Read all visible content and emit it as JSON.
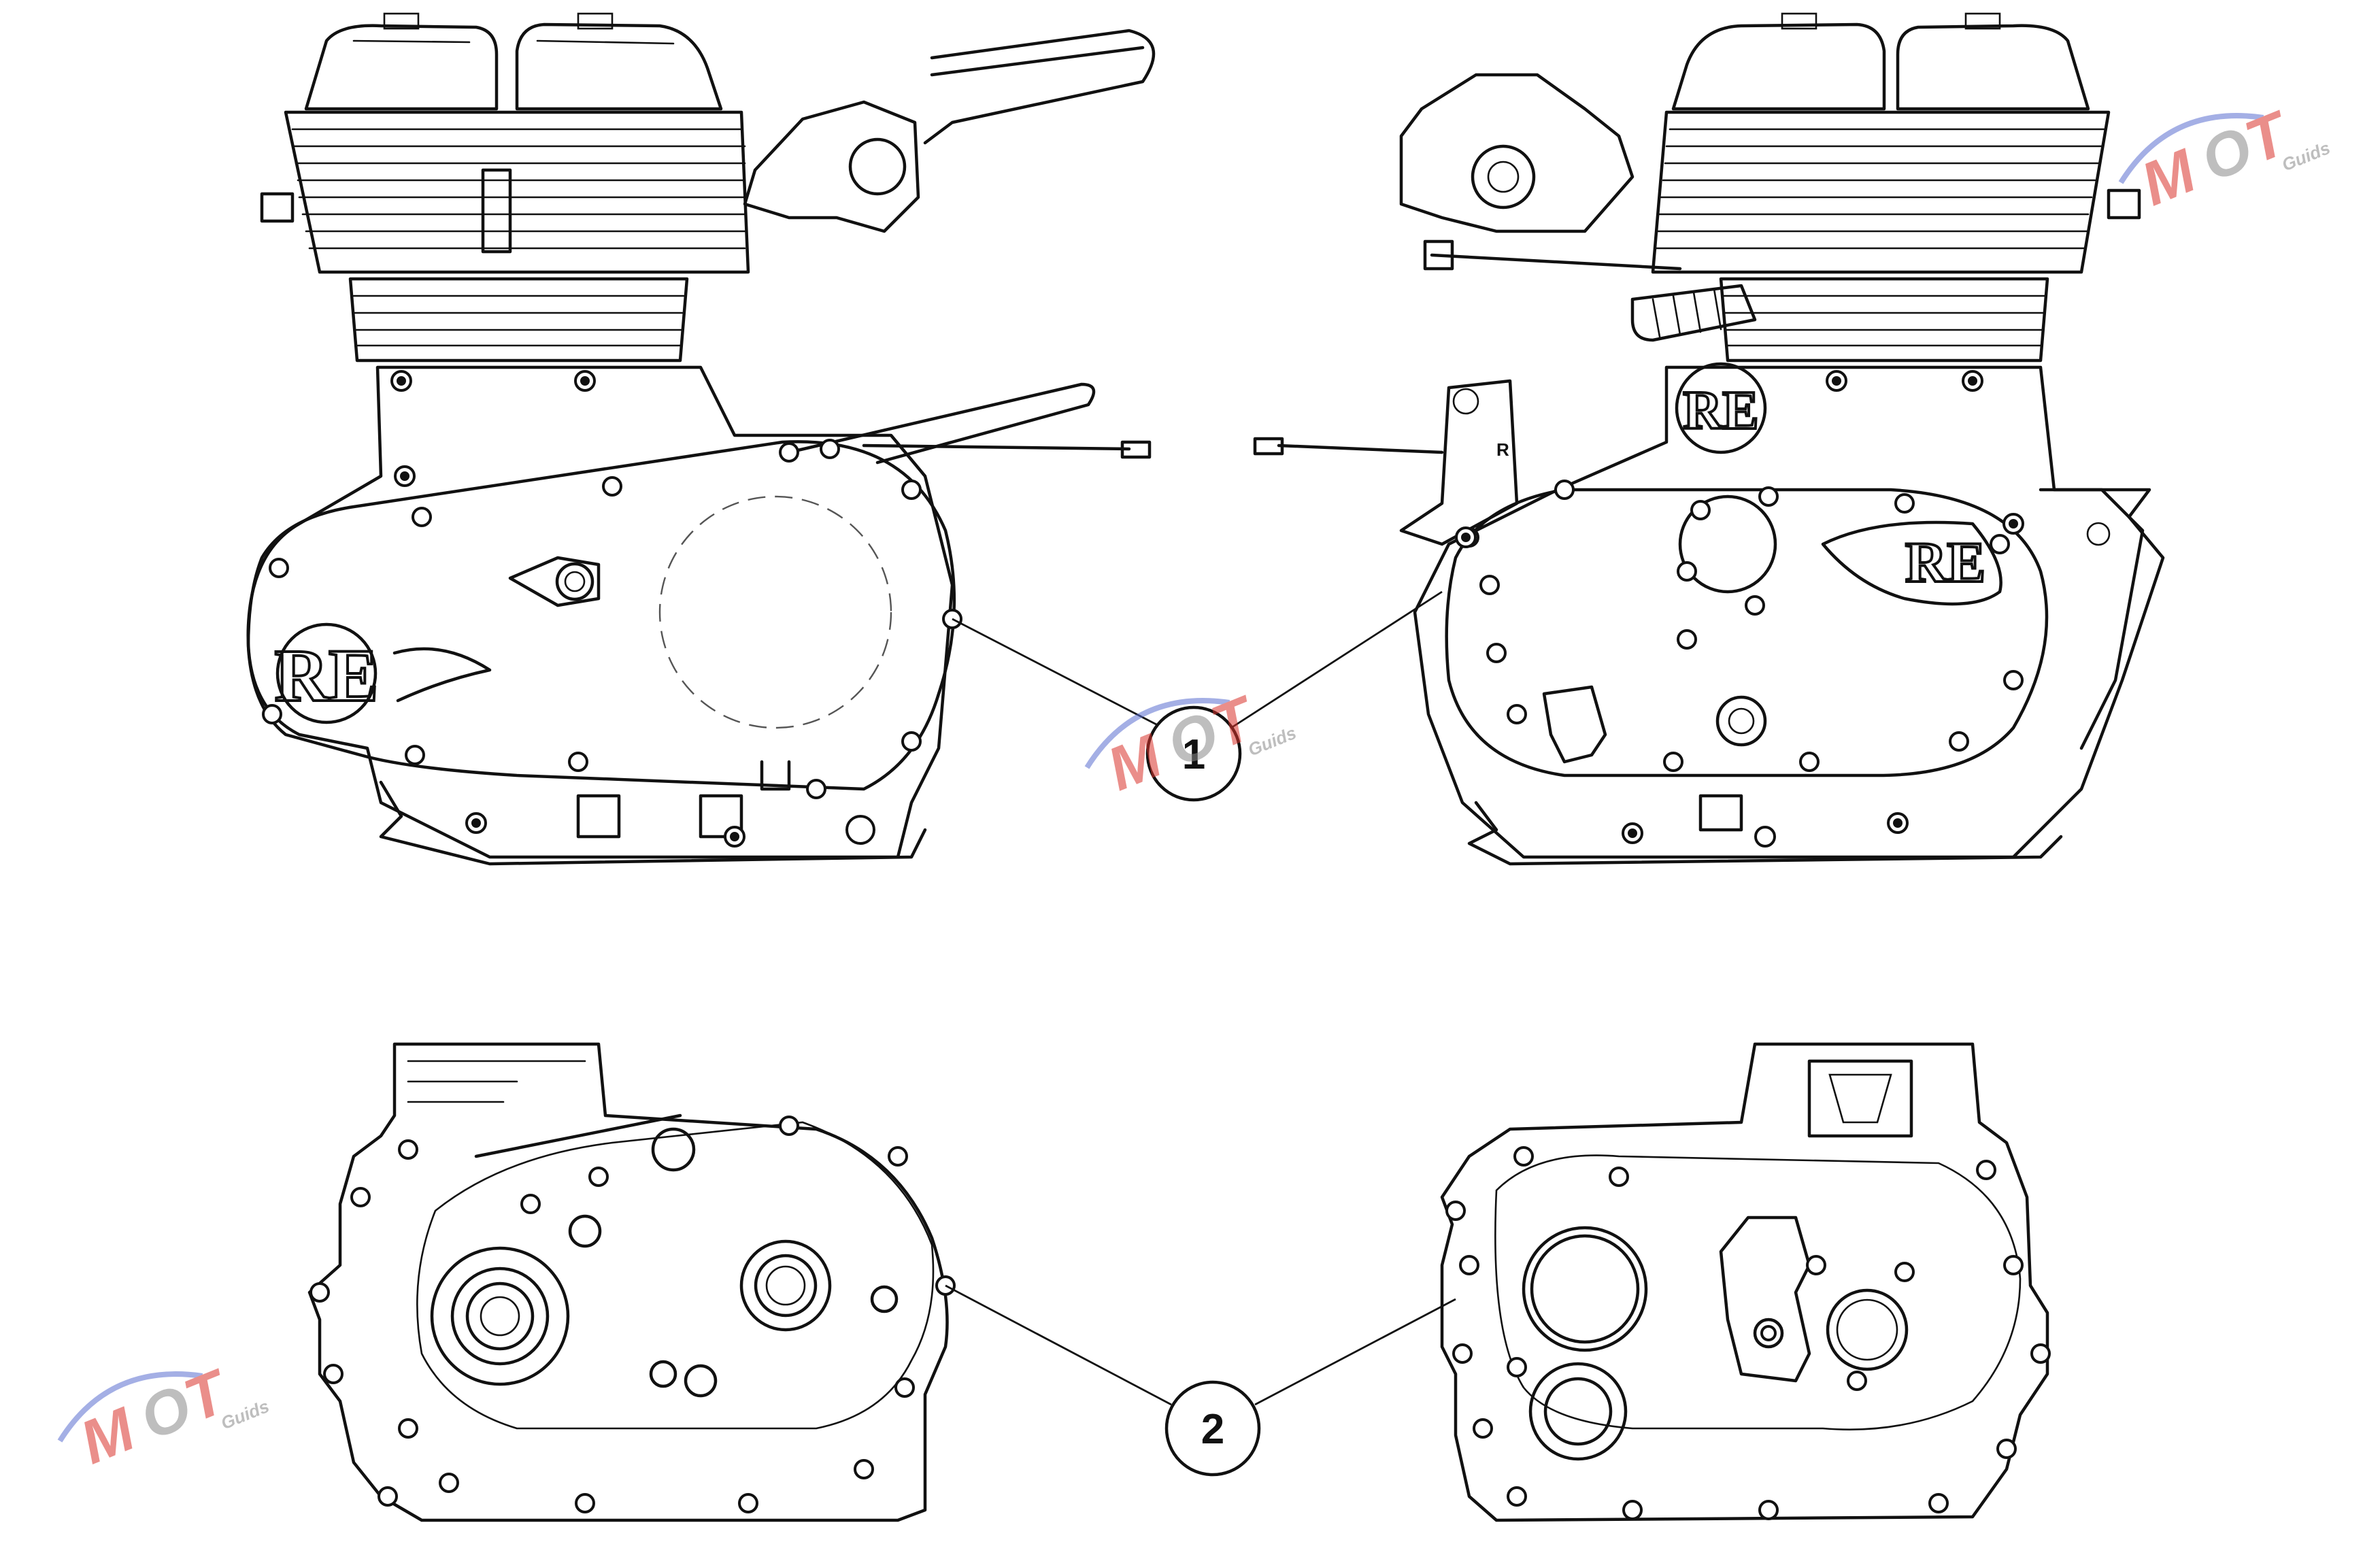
{
  "callouts": [
    {
      "id": "1",
      "label": "1"
    },
    {
      "id": "2",
      "label": "2"
    }
  ],
  "watermark": {
    "letters": [
      "M",
      "O",
      "T"
    ],
    "tagline": "Guids",
    "colors": {
      "red": "#d9332b",
      "gray": "#8a8a8a",
      "swoosh": "#5a6fd0"
    }
  },
  "engravings": {
    "left_cover_logo": "RE",
    "right_cover_logo": "RE",
    "right_magneto_logo": "RE",
    "side_marker": "R"
  },
  "colors": {
    "line": "#111111",
    "background": "#ffffff"
  }
}
